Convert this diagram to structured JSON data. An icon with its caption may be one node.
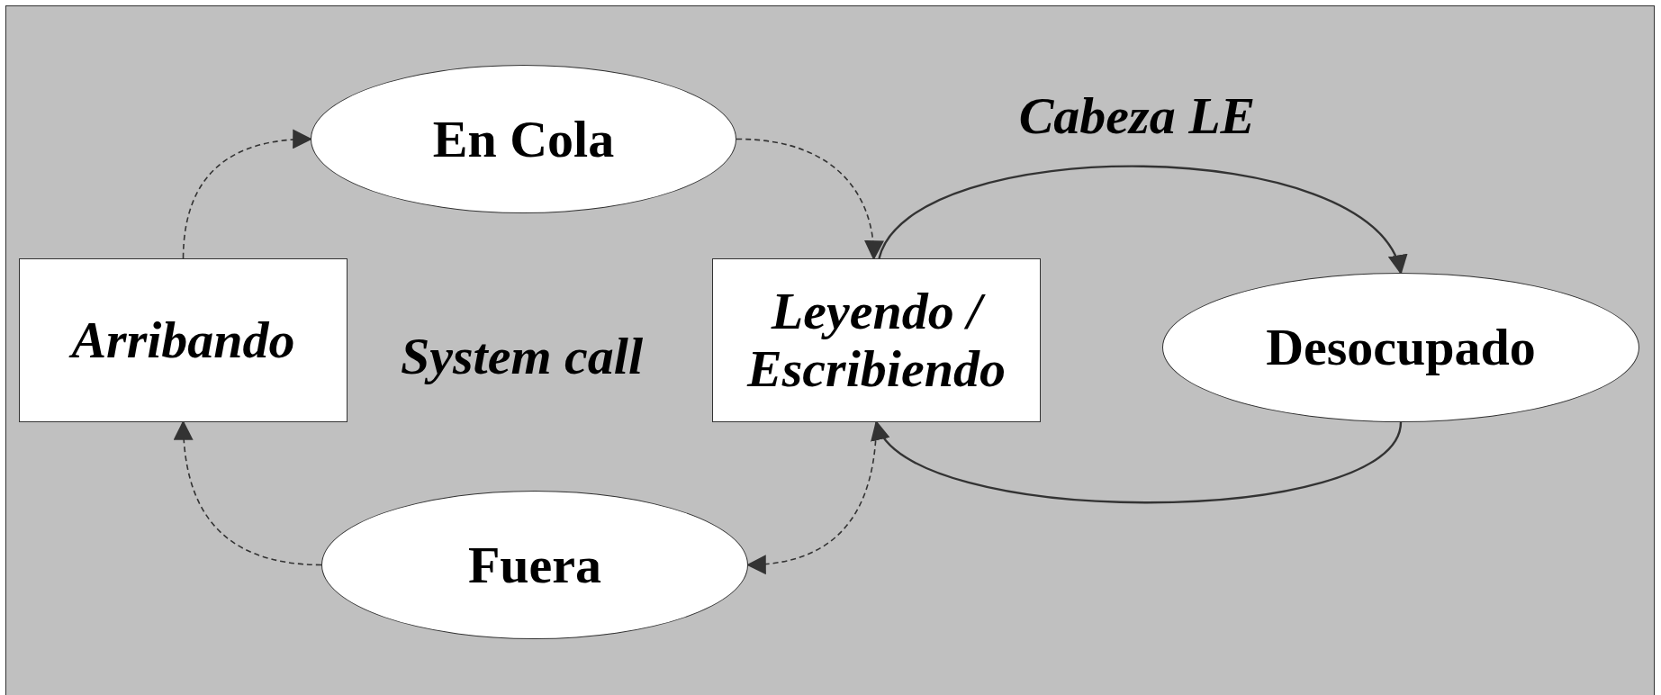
{
  "diagram": {
    "nodes": [
      {
        "text": [
          "Arribando"
        ]
      },
      {
        "text": [
          "En Cola"
        ]
      },
      {
        "text": [
          "Leyendo / Escribiendo"
        ]
      },
      {
        "text": [
          "Desocupado"
        ]
      },
      {
        "text": [
          "Fuera"
        ]
      }
    ],
    "edges": [
      {
        "from": 0,
        "to": 1,
        "arrow": "to",
        "style": "dashed"
      },
      {
        "from": 1,
        "to": 2,
        "arrow": "to",
        "style": "dashed"
      },
      {
        "from": 2,
        "to": 3,
        "arrow": "to",
        "label": "Cabeza LE"
      },
      {
        "from": 3,
        "to": 2,
        "arrow": "to"
      },
      {
        "from": 2,
        "to": 4,
        "arrow": "to",
        "style": "dashed"
      },
      {
        "from": 4,
        "to": 0,
        "arrow": "to",
        "style": "dashed"
      }
    ],
    "labels": [
      "System call"
    ]
  }
}
